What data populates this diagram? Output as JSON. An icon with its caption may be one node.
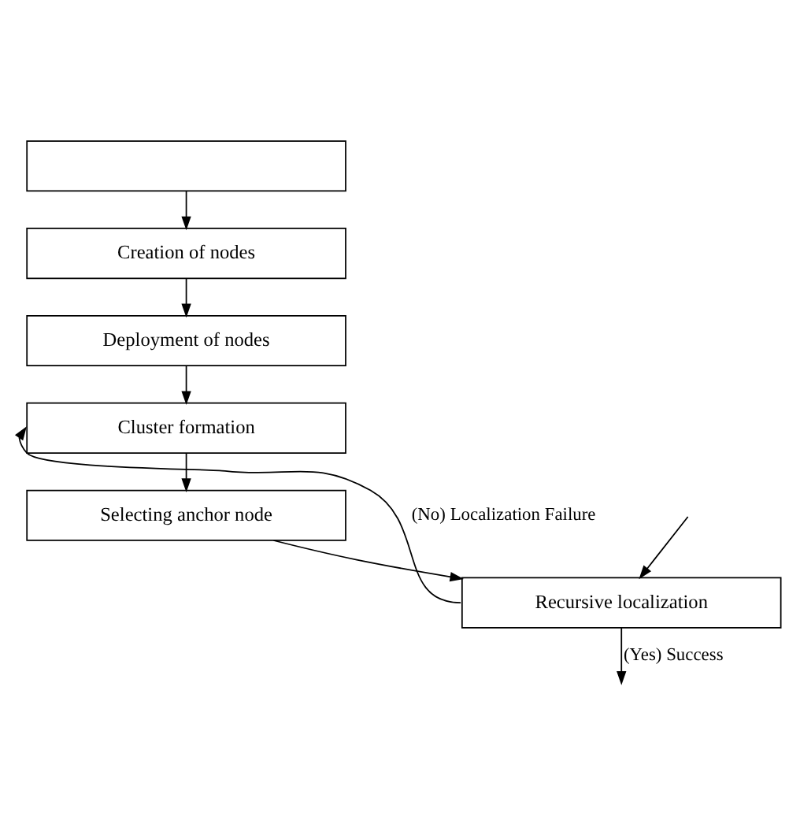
{
  "diagram": {
    "nodes": [
      {
        "text": [],
        "shape": "box"
      },
      {
        "text": [
          "Creation of nodes"
        ]
      },
      {
        "text": [
          "Deployment of nodes"
        ]
      },
      {
        "text": [
          "Cluster formation"
        ]
      },
      {
        "text": [
          "Selecting anchor node"
        ]
      },
      {
        "text": [
          "Recursive localization"
        ]
      }
    ],
    "edges": [
      {
        "from": 0,
        "to": 1,
        "arrow": "to"
      },
      {
        "from": 1,
        "to": 2,
        "arrow": "to"
      },
      {
        "from": 2,
        "to": 3,
        "arrow": "to"
      },
      {
        "from": 3,
        "to": 4,
        "arrow": "to"
      },
      {
        "from": 4,
        "to": 5,
        "arrow": "to"
      },
      {
        "from": null,
        "to": 5,
        "arrow": "to"
      },
      {
        "from": 5,
        "to": null,
        "arrow": "to",
        "label": "(Yes) Success"
      },
      {
        "from": 5,
        "to": 3,
        "arrow": "to",
        "label": "(No) Localization Failure"
      }
    ]
  }
}
